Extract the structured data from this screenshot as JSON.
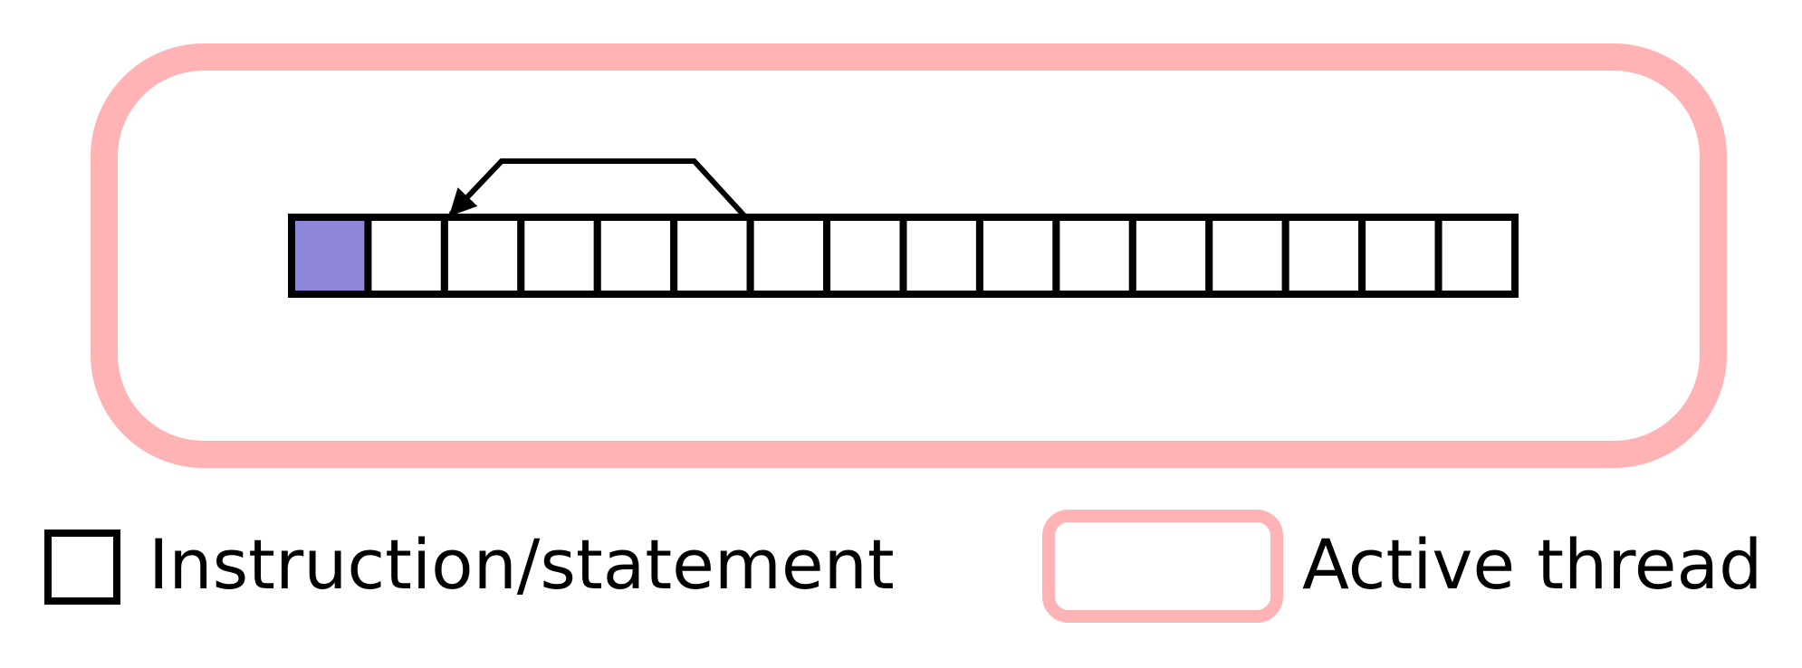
{
  "colors": {
    "thread_border": "#ffb3b5",
    "instruction_border": "#000000",
    "active_instruction_fill": "#8e87d9",
    "background": "#ffffff"
  },
  "thread": {
    "instruction_count": 16,
    "active_instruction_index": 0,
    "branch": {
      "from_index": 5,
      "to_index": 2
    }
  },
  "legend": {
    "instruction_label": "Instruction/statement",
    "thread_label": "Active thread"
  }
}
